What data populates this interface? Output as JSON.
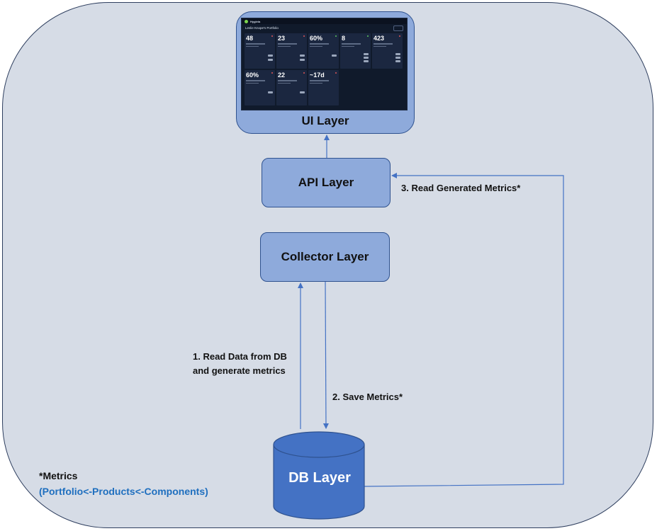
{
  "layers": {
    "ui": "UI Layer",
    "api": "API Layer",
    "collector": "Collector Layer",
    "db": "DB Layer"
  },
  "edges": {
    "read_generated": "3. Read Generated  Metrics*",
    "read_data_line1": "1. Read Data from DB",
    "read_data_line2": "and generate metrics",
    "save_metrics": "2. Save Metrics*"
  },
  "note": {
    "title": "*Metrics",
    "subtitle": "(Portfolio<-Products<-Components)"
  },
  "screenshot": {
    "brand": "Hygieia",
    "portfolio_title": "Leslie Knope's Portfolio",
    "card_values": [
      "48",
      "23",
      "60%",
      "8",
      "423",
      "60%",
      "22",
      "~17d"
    ]
  },
  "colors": {
    "background": "#d6dce6",
    "box_fill": "#8eaadb",
    "box_border": "#2f528f",
    "db_fill": "#4472c4",
    "arrow": "#4472c4",
    "note_accent": "#1f6fbf"
  }
}
